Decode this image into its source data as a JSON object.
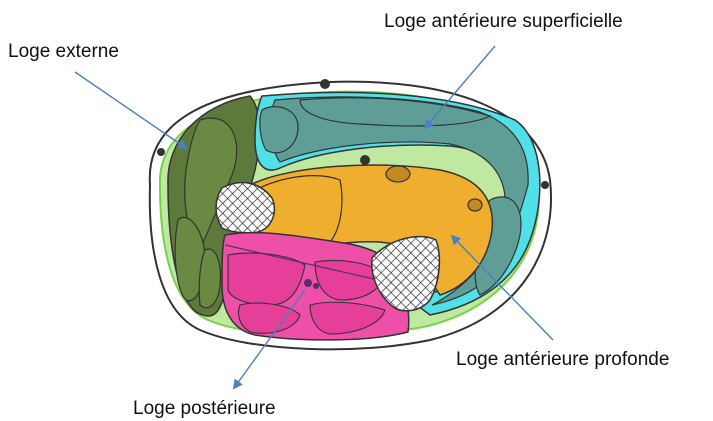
{
  "labels": {
    "anterior_superficial": "Loge antérieure superficielle",
    "external": "Loge externe",
    "anterior_deep": "Loge antérieure profonde",
    "posterior": "Loge postérieure"
  },
  "colors": {
    "external_compartment": "#5d7a3a",
    "anterior_superficial_compartment": "#5f9e96",
    "anterior_deep_compartment": "#f0ae2e",
    "posterior_compartment": "#ee4fa8",
    "fascia_cyan": "#4fe0e8",
    "fascia_green": "#8ee050",
    "arrow": "#4a7fc1"
  },
  "icons": {
    "bone_radius": "radius-bone-icon",
    "bone_ulna": "ulna-bone-icon"
  }
}
